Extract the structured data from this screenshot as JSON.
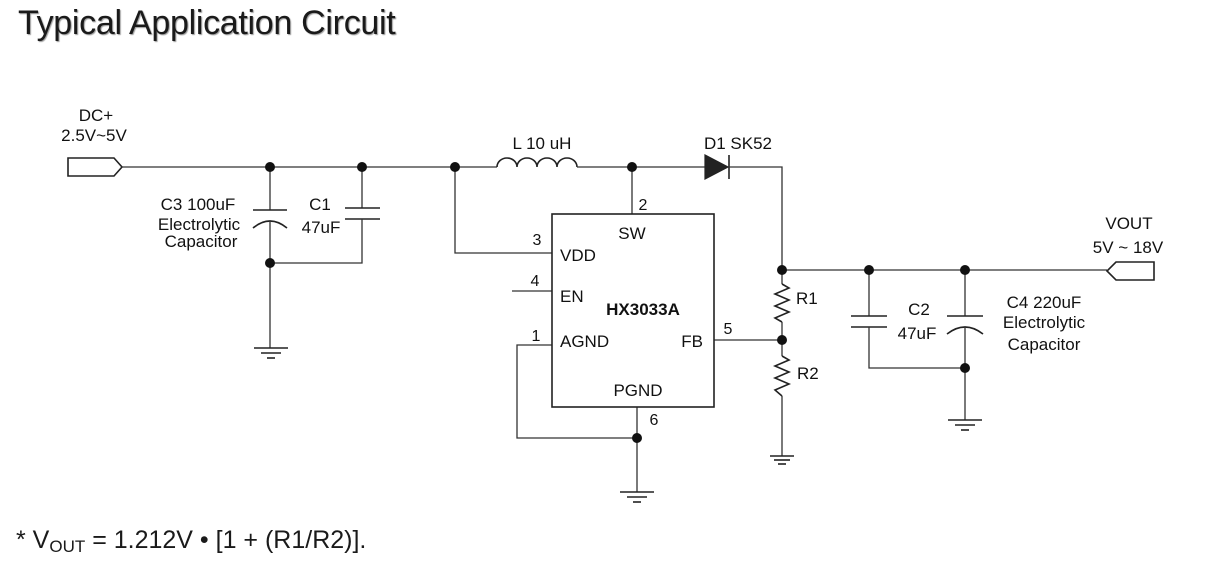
{
  "title": "Typical Application Circuit",
  "input": {
    "name": "DC+",
    "range": "2.5V~5V"
  },
  "output": {
    "name": "VOUT",
    "range": "5V ~ 18V"
  },
  "inductor": {
    "label": "L 10 uH"
  },
  "diode": {
    "label": "D1 SK52"
  },
  "c3": {
    "label": "C3 100uF",
    "type_line1": "Electrolytic",
    "type_line2": "Capacitor"
  },
  "c1": {
    "name": "C1",
    "value": "47uF"
  },
  "c2": {
    "name": "C2",
    "value": "47uF"
  },
  "c4": {
    "label": "C4 220uF",
    "type_line1": "Electrolytic",
    "type_line2": "Capacitor"
  },
  "r1": {
    "name": "R1"
  },
  "r2": {
    "name": "R2"
  },
  "chip": {
    "name": "HX3033A",
    "pins": [
      {
        "number": "2",
        "name": "SW"
      },
      {
        "number": "3",
        "name": "VDD"
      },
      {
        "number": "4",
        "name": "EN"
      },
      {
        "number": "1",
        "name": "AGND"
      },
      {
        "number": "5",
        "name": "FB"
      },
      {
        "number": "6",
        "name": "PGND"
      }
    ]
  },
  "formula": {
    "prefix": "* V",
    "sub": "OUT",
    "rest": " = 1.212V • [1 + (R1/R2)]."
  }
}
